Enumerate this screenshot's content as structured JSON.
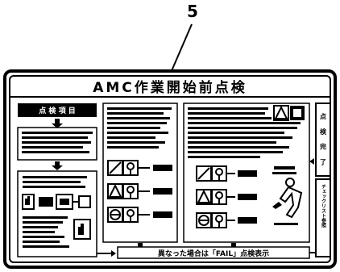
{
  "callout_number": "5",
  "panel": {
    "title": "AMC作業開始前点検",
    "left_header": "点 検 項 目",
    "right_tab_top": "点 検 完 了",
    "right_tab_bottom": "チェックリスト参照",
    "bottom_banner": "異なった場合は「FAIL」点検表示"
  }
}
